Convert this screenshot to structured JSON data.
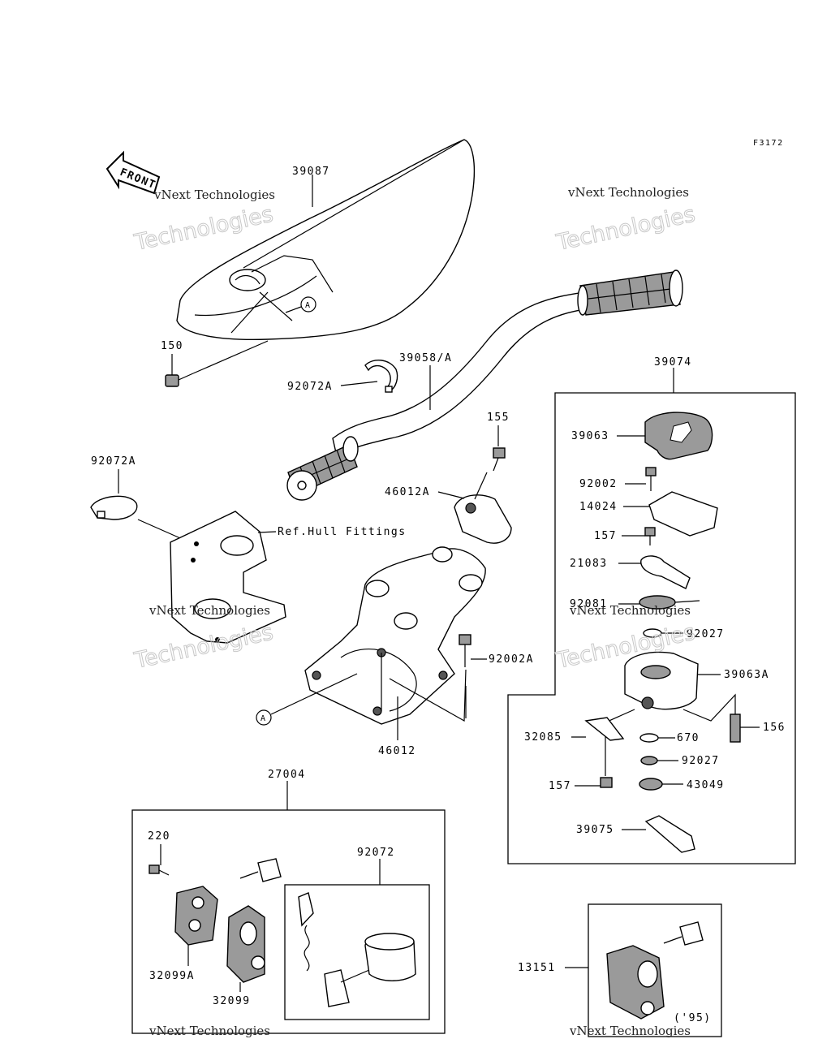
{
  "figure_code": "F3172",
  "front_label": "FRONT",
  "callout_a": "A",
  "ref_note": "Ref.Hull Fittings",
  "watermark": {
    "line1": "vNext Technologies",
    "line2": "Technologies"
  },
  "year_note": "('95)",
  "part_numbers": {
    "p39087": "39087",
    "p150": "150",
    "p92072A_top": "92072A",
    "p39058A": "39058/A",
    "p39074": "39074",
    "p155": "155",
    "p92072A_left": "92072A",
    "p46012A": "46012A",
    "p92002A": "92002A",
    "p46012": "46012",
    "p39063": "39063",
    "p92002": "92002",
    "p14024": "14024",
    "p157a": "157",
    "p21083": "21083",
    "p92081": "92081",
    "p92027a": "92027",
    "p39063A": "39063A",
    "p156": "156",
    "p32085": "32085",
    "p670": "670",
    "p92027b": "92027",
    "p157b": "157",
    "p43049": "43049",
    "p39075": "39075",
    "p27004": "27004",
    "p220": "220",
    "p92072": "92072",
    "p32099A": "32099A",
    "p32099": "32099",
    "p13151": "13151"
  }
}
